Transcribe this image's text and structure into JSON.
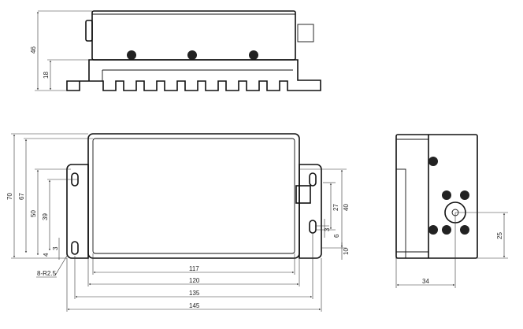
{
  "drawing": {
    "top_view": {
      "height_total": "46",
      "base_height": "18"
    },
    "front_view": {
      "height_outer": "70",
      "height_inner": "67",
      "slot_span_outer": "50",
      "slot_span_inner": "39",
      "slot_length": "3",
      "slot_offset": "4",
      "slot_radius_note": "8-R2.5",
      "width_inner": "117",
      "width_body": "120",
      "width_slots": "135",
      "width_total": "145",
      "right_slot_span": "27",
      "right_height": "40",
      "right_slot_length": "3",
      "right_offset_6": "6",
      "right_offset_10": "10"
    },
    "side_view": {
      "connector_height": "25",
      "connector_offset": "34"
    }
  }
}
